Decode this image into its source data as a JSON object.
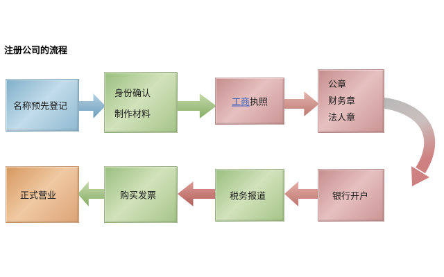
{
  "title": "注册公司的流程",
  "nodes": {
    "name_reg": {
      "label": "名称预先登记"
    },
    "identity": {
      "line1": "身份确认",
      "line2": "制作材料"
    },
    "license": {
      "link": "工商",
      "suffix": "执照"
    },
    "seals": {
      "line1": "公章",
      "line2": "财务章",
      "line3": "法人章"
    },
    "bank": {
      "label": "银行开户"
    },
    "tax": {
      "label": "税务报道"
    },
    "invoice": {
      "label": "购买发票"
    },
    "official": {
      "label": "正式营业"
    }
  },
  "colors": {
    "box_blue": "#8fb9d1",
    "box_green": "#a5c488",
    "box_pink": "#cb9494",
    "box_orange": "#dda377",
    "arrow_blue": "#7aa8c6",
    "arrow_green": "#9cbf7e",
    "arrow_salmon": "#cf8d85",
    "arrow_red": "#c47878",
    "curve_gray": "#b8b8b8",
    "link": "#3a5fbf",
    "text": "#1a1a1a"
  }
}
